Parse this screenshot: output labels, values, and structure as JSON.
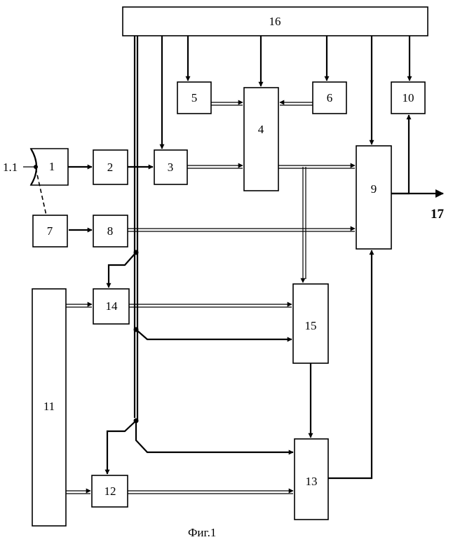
{
  "blocks": {
    "b1": "1",
    "b2": "2",
    "b3": "3",
    "b4": "4",
    "b5": "5",
    "b6": "6",
    "b7": "7",
    "b8": "8",
    "b9": "9",
    "b10": "10",
    "b11": "11",
    "b12": "12",
    "b13": "13",
    "b14": "14",
    "b15": "15",
    "b16": "16"
  },
  "labels": {
    "input": "1.1",
    "output": "17",
    "caption": "Фиг.1"
  }
}
